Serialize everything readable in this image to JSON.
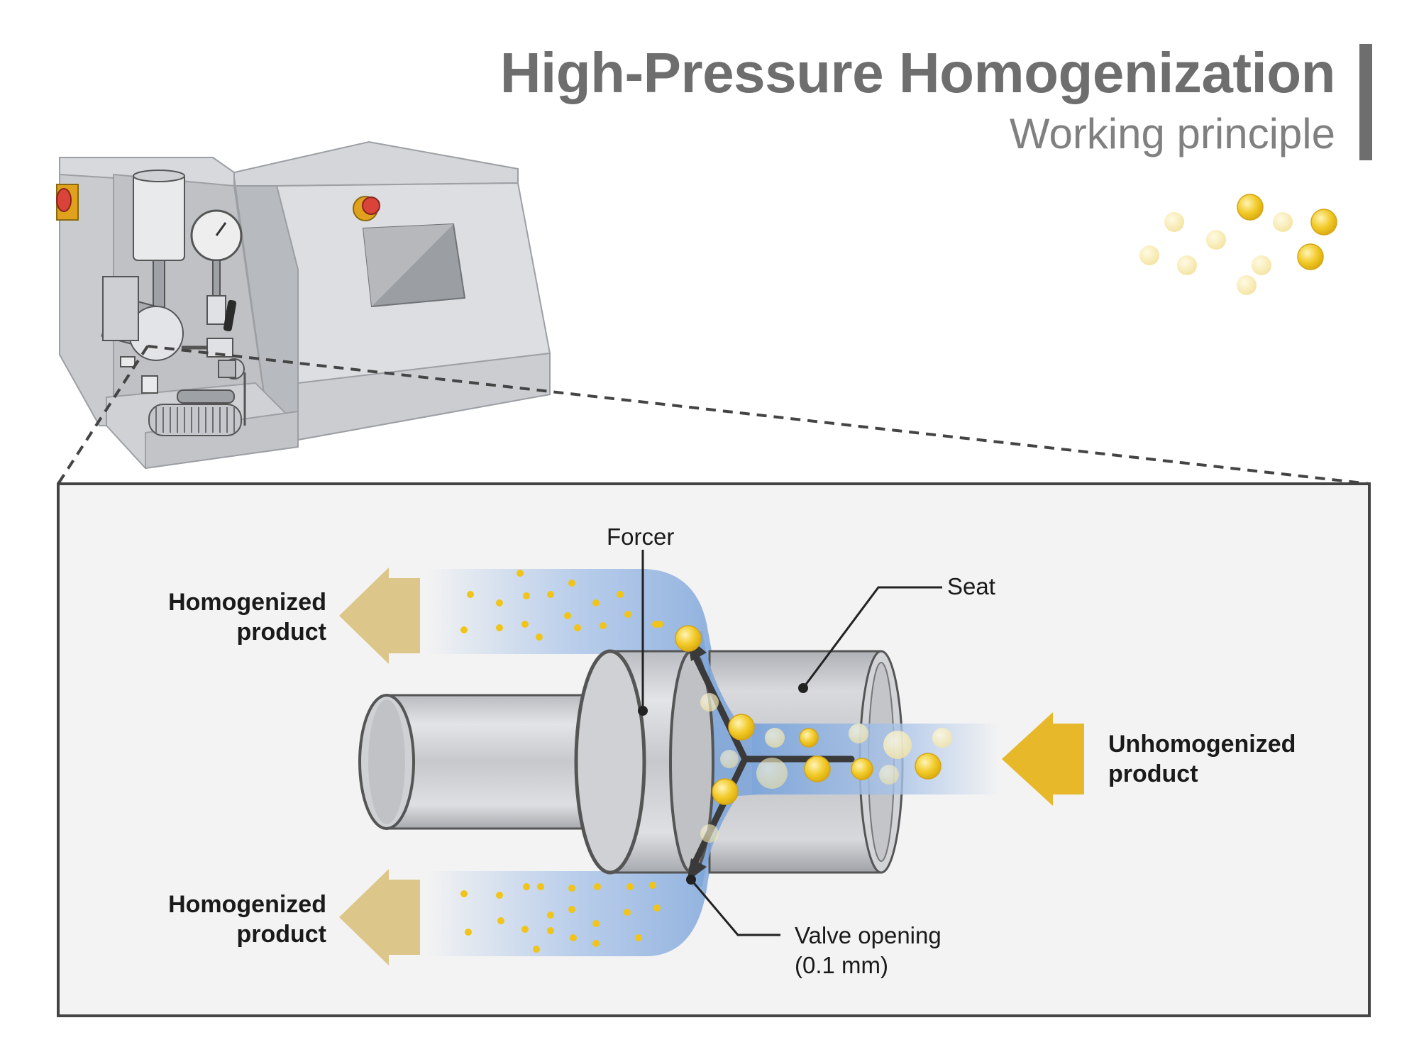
{
  "title": "High-Pressure Homogenization",
  "subtitle": "Working principle",
  "labels": {
    "forcer": "Forcer",
    "seat": "Seat",
    "valve_opening": "Valve opening",
    "valve_gap": "(0.1 mm)",
    "homogenized_top": [
      "Homogenized",
      "product"
    ],
    "homogenized_bottom": [
      "Homogenized",
      "product"
    ],
    "unhomogenized": [
      "Unhomogenized",
      "product"
    ]
  },
  "colors": {
    "title": "#6e6e6e",
    "subtitle": "#808080",
    "flow_blue": "#7fa6d9",
    "droplet_yellow": "#f0c419",
    "arrow_out": "#dcc68a",
    "arrow_in": "#e6b82a",
    "panel_bg": "#f3f3f3",
    "metal": "#c9cbcf"
  },
  "icons": [
    "homogenizer-machine-icon",
    "fat-droplet-icon",
    "flow-arrow-icon"
  ]
}
